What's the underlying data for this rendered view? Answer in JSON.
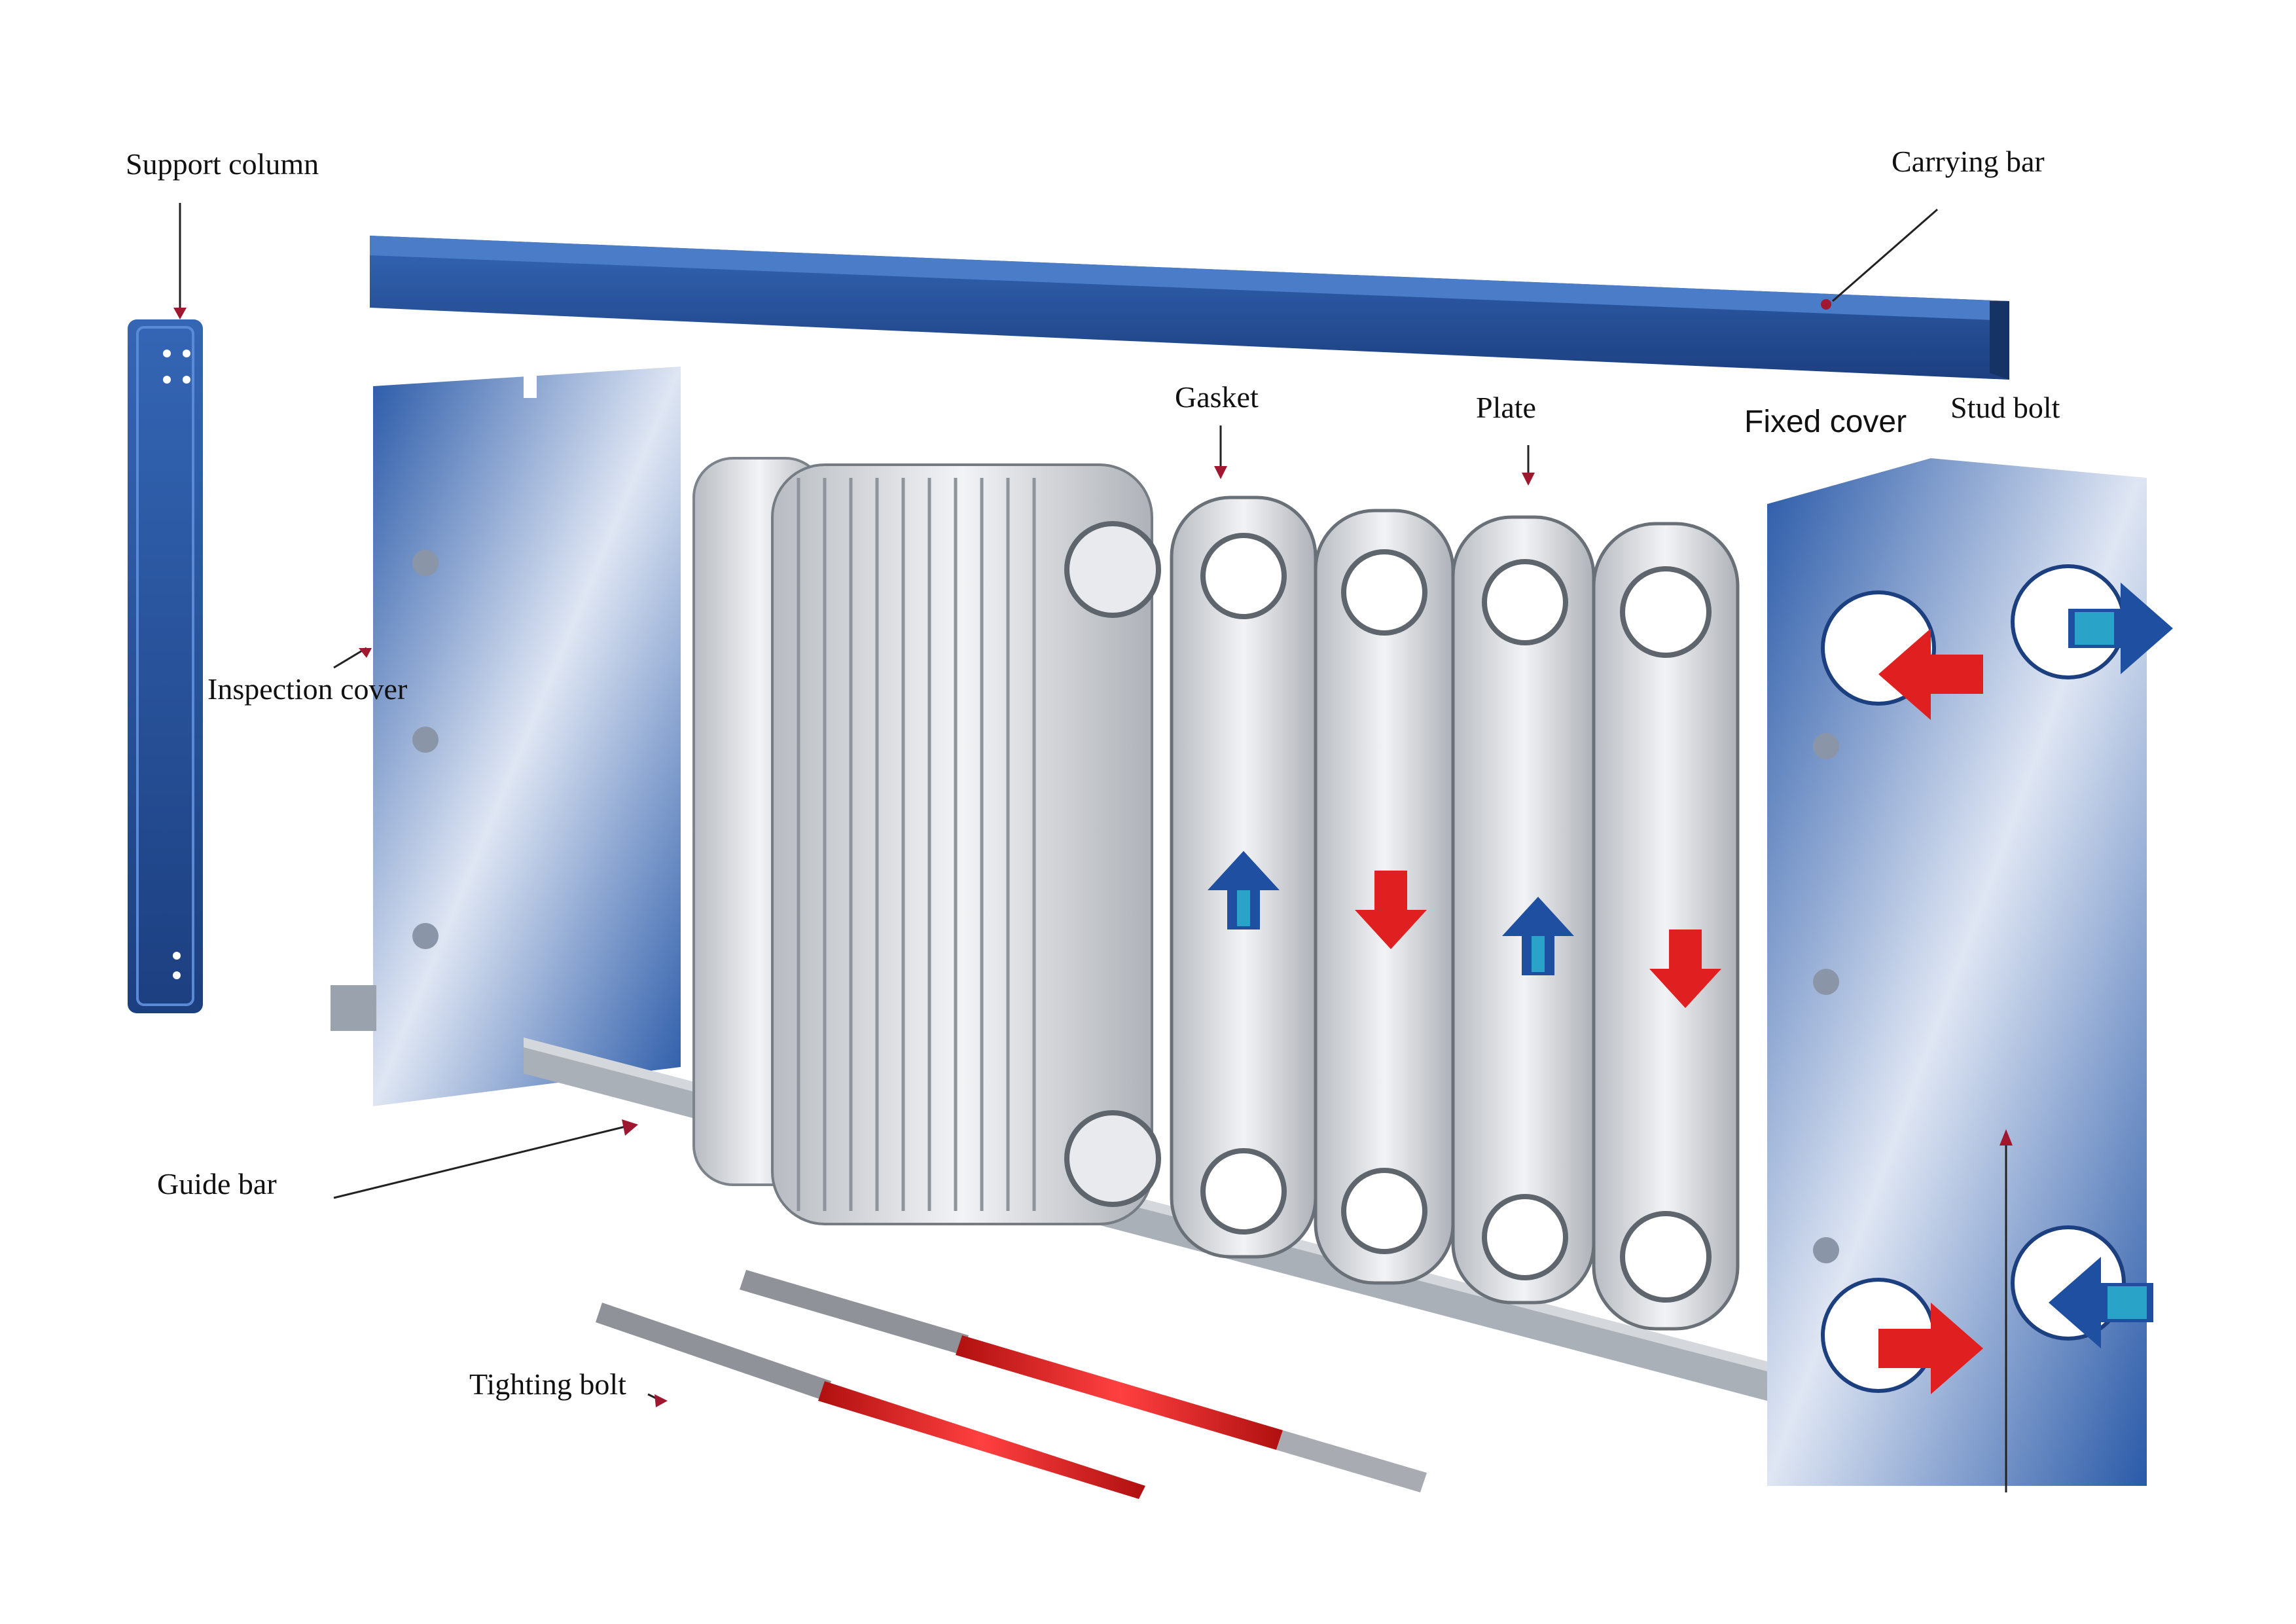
{
  "labels": {
    "support_column": "Support column",
    "carrying_bar": "Carrying bar",
    "gasket": "Gasket",
    "plate": "Plate",
    "fixed_cover": "Fixed cover",
    "stud_bolt": "Stud bolt",
    "inspection_cover": "Inspection cover",
    "guide_bar": "Guide bar",
    "tighting_bolt": "Tighting bolt"
  },
  "colors": {
    "frame_blue": "#2a5aa8",
    "frame_blue_dark": "#1c3f80",
    "plate_grey": "#c9ccd1",
    "plate_light": "#eef0f2",
    "hot_red": "#e02020",
    "cold_blue": "#1f4fa0",
    "arrow_cyan": "#2aa3c9",
    "leader_red": "#a01830"
  },
  "flow_arrows": [
    "up",
    "down",
    "up",
    "down"
  ],
  "icons": [
    "arrow-up-icon",
    "arrow-down-icon",
    "arrow-right-icon",
    "arrow-left-icon"
  ]
}
